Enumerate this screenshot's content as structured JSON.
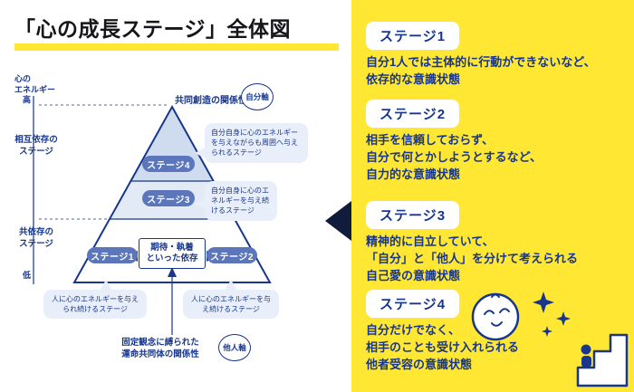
{
  "title": "「心の成長ステージ」全体図",
  "diagram": {
    "axis_label": "心の\nエネルギー",
    "axis_high": "高",
    "axis_low": "低",
    "region_upper": "相互依存の\nステージ",
    "region_lower": "共依存の\nステージ",
    "apex_label": "共同創造の関係性",
    "self_axis": "自分軸",
    "other_axis": "他人軸",
    "stage4": "ステージ4",
    "stage3": "ステージ3",
    "stage1": "ステージ1",
    "stage2": "ステージ2",
    "center_box": "期待・執着\nといった依存",
    "callout_stage4": "自分自身に心のエネルギーを与えながらも周囲へ与えられるステージ",
    "callout_stage3": "自分自身に心のエネルギーを与え続けるステージ",
    "callout_stage1": "人に心のエネルギーを与えられ続けるステージ",
    "callout_stage2": "人に心のエネルギーを与え続けるステージ",
    "bottom_label": "固定観念に縛られた\n運命共同体の関係性"
  },
  "panel": {
    "items": [
      {
        "badge": "ステージ1",
        "text": "自分1人では主体的に行動ができないなど、\n依存的な意識状態"
      },
      {
        "badge": "ステージ2",
        "text": "相手を信頼しておらず、\n自分で何とかしようとするなど、\n自力的な意識状態"
      },
      {
        "badge": "ステージ3",
        "text": "精神的に自立していて、\n「自分」と「他人」を分けて考えられる\n自己愛の意識状態"
      },
      {
        "badge": "ステージ4",
        "text": "自分だけでなく、\n相手のことも受け入れられる\n他者受容の意識状態"
      }
    ]
  },
  "colors": {
    "navy": "#17368C",
    "dark_navy": "#111C3D",
    "yellow": "#FFE733",
    "pill_blue": "#5B76BB",
    "pyramid_fill_top": "#CFDCF0",
    "pyramid_fill_mid": "#E2EAF6",
    "callout_bg": "#E9EFFA"
  }
}
